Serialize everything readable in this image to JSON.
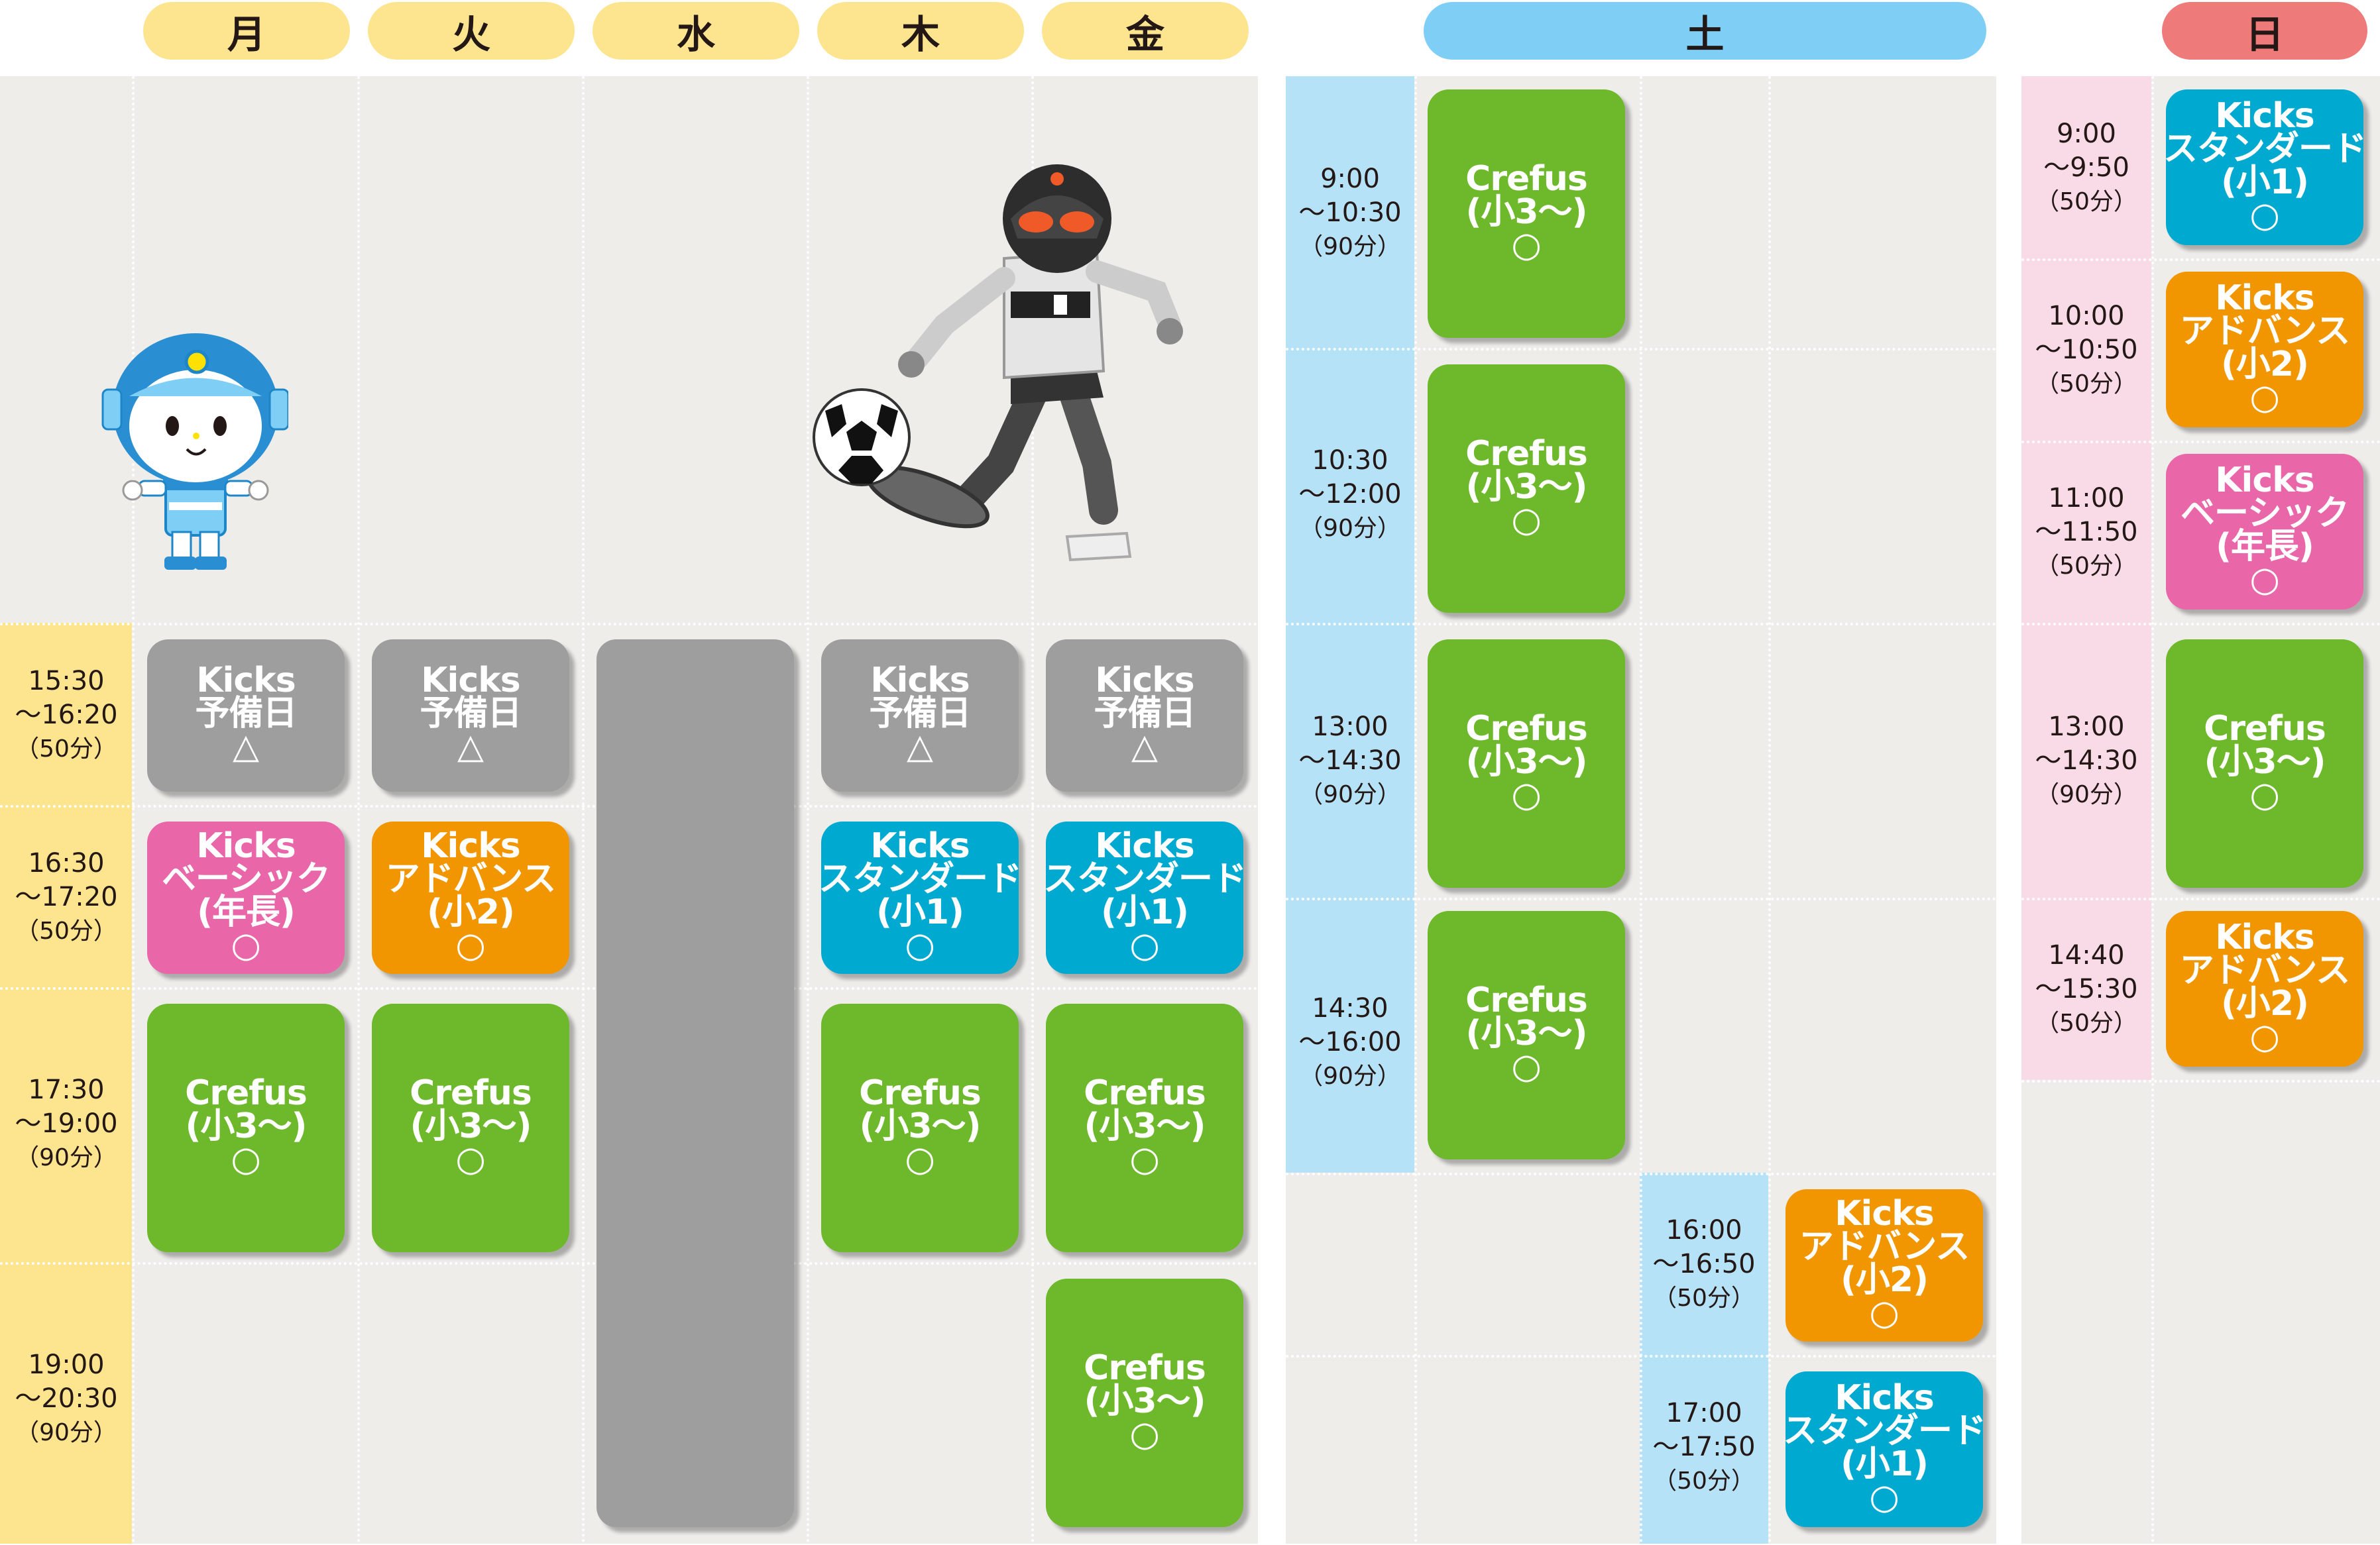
{
  "days": {
    "mon": "月",
    "tue": "火",
    "wed": "水",
    "thu": "木",
    "fri": "金",
    "sat": "土",
    "sun": "日"
  },
  "times": {
    "wk1": {
      "start": "15:30",
      "end": "～16:20",
      "dur": "（50分）"
    },
    "wk2": {
      "start": "16:30",
      "end": "～17:20",
      "dur": "（50分）"
    },
    "wk3": {
      "start": "17:30",
      "end": "～19:00",
      "dur": "（90分）"
    },
    "wk4": {
      "start": "19:00",
      "end": "～20:30",
      "dur": "（90分）"
    },
    "sat1": {
      "start": "9:00",
      "end": "～10:30",
      "dur": "（90分）"
    },
    "sat2": {
      "start": "10:30",
      "end": "～12:00",
      "dur": "（90分）"
    },
    "sat3": {
      "start": "13:00",
      "end": "～14:30",
      "dur": "（90分）"
    },
    "sat4": {
      "start": "14:30",
      "end": "～16:00",
      "dur": "（90分）"
    },
    "sat5": {
      "start": "16:00",
      "end": "～16:50",
      "dur": "（50分）"
    },
    "sat6": {
      "start": "17:00",
      "end": "～17:50",
      "dur": "（50分）"
    },
    "sun1": {
      "start": "9:00",
      "end": "～9:50",
      "dur": "（50分）"
    },
    "sun2": {
      "start": "10:00",
      "end": "～10:50",
      "dur": "（50分）"
    },
    "sun3": {
      "start": "11:00",
      "end": "～11:50",
      "dur": "（50分）"
    },
    "sun4": {
      "start": "13:00",
      "end": "～14:30",
      "dur": "（90分）"
    },
    "sun5": {
      "start": "14:40",
      "end": "～15:30",
      "dur": "（50分）"
    }
  },
  "classes": {
    "kicks_yobi": {
      "l1": "Kicks",
      "l2": "予備日",
      "mark": "△"
    },
    "kicks_basic": {
      "l1": "Kicks",
      "l2": "ベーシック",
      "l3": "(年長)",
      "mark": "○"
    },
    "kicks_advance": {
      "l1": "Kicks",
      "l2": "アドバンス",
      "l3": "(小2)",
      "mark": "○"
    },
    "kicks_standard": {
      "l1": "Kicks",
      "l2": "スタンダード",
      "l3": "(小1)",
      "mark": "○"
    },
    "crefus": {
      "l1": "Crefus",
      "l2": "(小3～)",
      "mark": "○"
    }
  },
  "colors": {
    "weekday_header": "#fde58f",
    "saturday_header": "#7fcef5",
    "sunday_header": "#ee7a7a",
    "kicks_yobi": "#9e9e9e",
    "kicks_basic": "#e967a8",
    "kicks_advance": "#f29600",
    "kicks_standard": "#00a9d0",
    "crefus": "#6eb92b"
  },
  "icons": {
    "mascot": "blue-helmet-robot-mascot-icon",
    "soccer_robot": "soccer-robot-icon"
  }
}
